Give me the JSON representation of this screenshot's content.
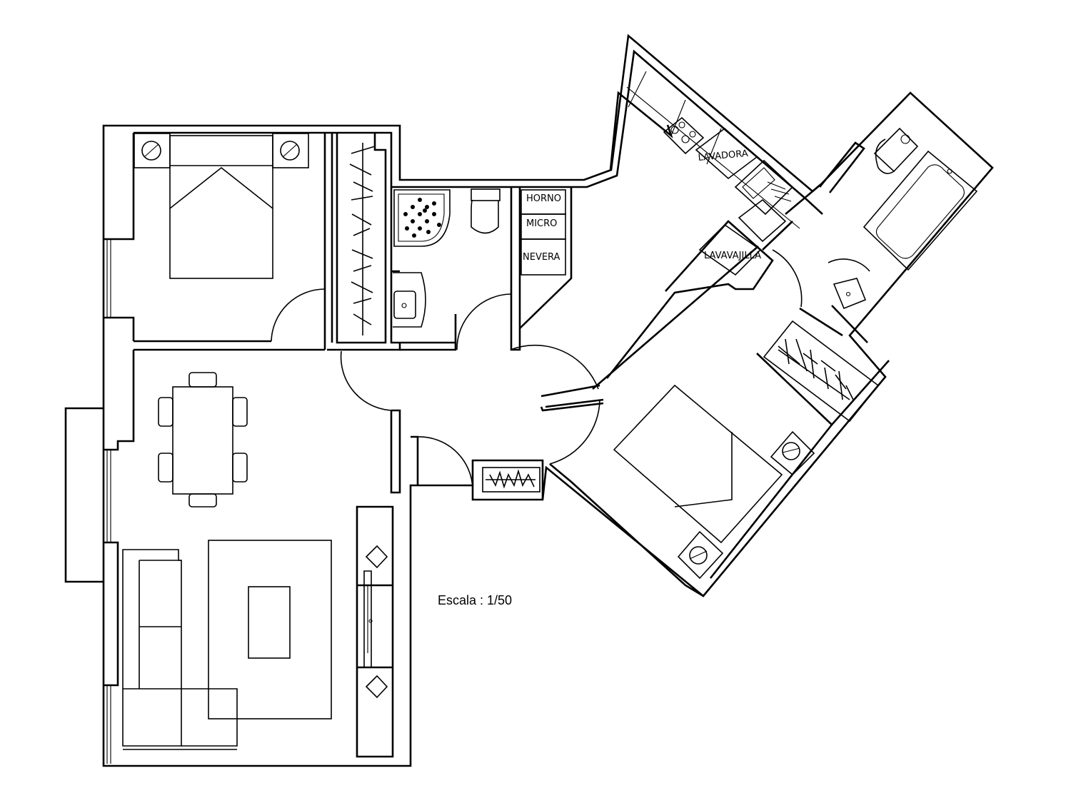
{
  "labels": {
    "oven": "HORNO",
    "microwave": "MICRO",
    "fridge": "NEVERA",
    "washer": "LAVADORA",
    "dishwasher": "LAVAVAJILLA"
  },
  "scale_text": "Escala : 1/50",
  "colors": {
    "ink": "#000000",
    "paper": "#ffffff"
  }
}
